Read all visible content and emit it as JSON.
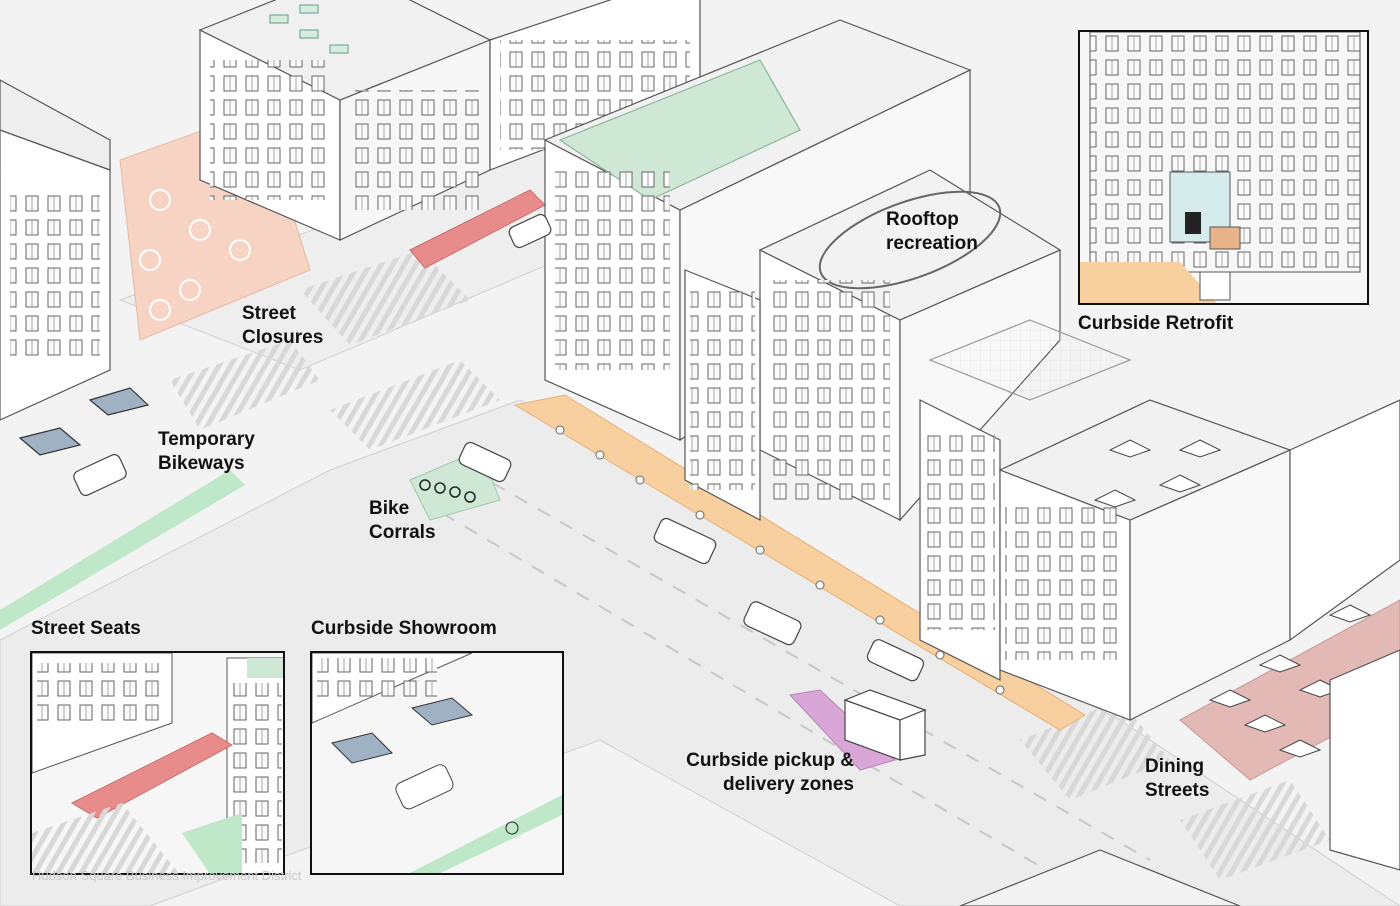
{
  "labels": {
    "street_closures": "Street\nClosures",
    "temporary_bikeways": "Temporary\nBikeways",
    "bike_corrals": "Bike\nCorrals",
    "rooftop_recreation": "Rooftop\nrecreation",
    "curbside_retrofit": "Curbside Retrofit",
    "street_seats": "Street Seats",
    "curbside_showroom": "Curbside Showroom",
    "curbside_pickup": "Curbside pickup &\ndelivery zones",
    "dining_streets": "Dining\nStreets"
  },
  "watermark": "Hudson Square Business Improvement District",
  "colors": {
    "closure_zone": "#f7d3c4",
    "street_seats": "#e88b8b",
    "bikeway": "#bfe8c8",
    "curbside_lane": "#f8cf9e",
    "pickup_zone": "#d9a6d8",
    "dining": "#e3b9b5",
    "roof_green": "#cfe8d5",
    "building": "#ffffff",
    "outline": "#555555"
  }
}
